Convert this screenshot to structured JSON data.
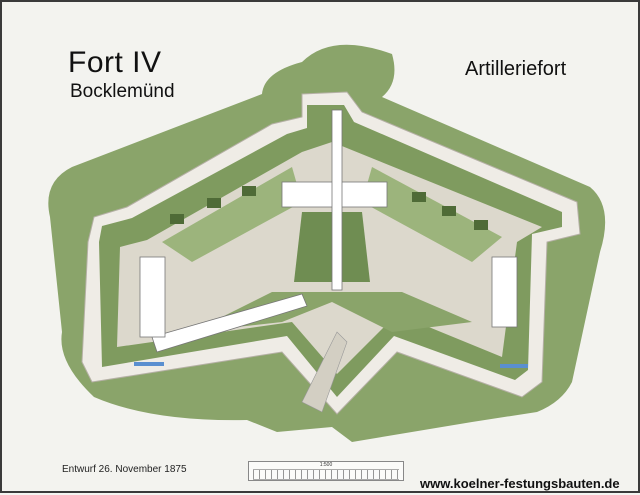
{
  "map": {
    "title": "Fort IV",
    "subtitle": "Bocklemünd",
    "fort_type": "Artilleriefort",
    "date_note": "Entwurf 26. November 1875",
    "website": "www.koelner-festungsbauten.de",
    "scale_label": "1:500"
  },
  "colors": {
    "background": "#f3f3ef",
    "glacis": "#8aa46a",
    "glacis_inner": "#9cb47c",
    "rampart": "#7f9b5f",
    "ditch": "#b7c6a2",
    "courtyard": "#dcd8cc",
    "wall": "#efece6",
    "buildings": "#ffffff",
    "water": "#5a8fd0"
  }
}
